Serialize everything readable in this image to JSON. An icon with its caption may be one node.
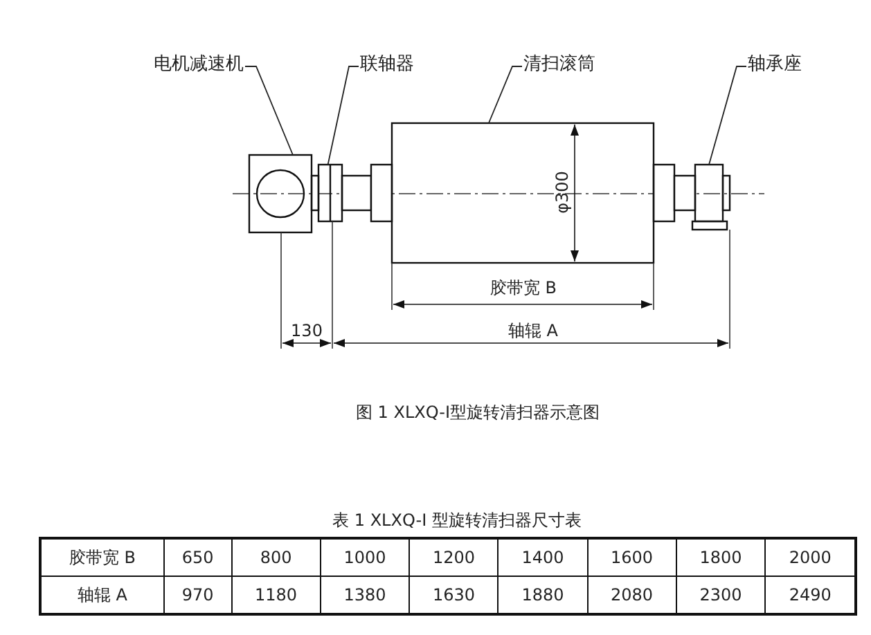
{
  "diagram": {
    "caption": "图 1 XLXQ-I型旋转清扫器示意图",
    "nodes": [
      {
        "text": [
          "电机减速机"
        ]
      },
      {
        "text": [
          "联轴器"
        ]
      },
      {
        "text": [
          "清扫滚筒"
        ]
      },
      {
        "text": [
          "轴承座"
        ]
      },
      {
        "text": [],
        "shape": "picture"
      },
      {
        "text": [],
        "shape": "picture"
      },
      {
        "text": [],
        "shape": "box"
      },
      {
        "text": [],
        "shape": "box"
      }
    ],
    "edges": [
      {
        "from": 0,
        "to": 4,
        "arrow": "none"
      },
      {
        "from": 1,
        "to": 5,
        "arrow": "none"
      },
      {
        "from": 2,
        "to": 6,
        "arrow": "none"
      },
      {
        "from": 3,
        "to": 7,
        "arrow": "none"
      }
    ],
    "labels": [
      "φ300",
      "胶带宽 B",
      "130",
      "轴辊 A",
      "表 1 XLXQ-I 型旋转清扫器尺寸表",
      "胶带宽 B",
      "650",
      "800",
      "1000",
      "1200",
      "1400",
      "1600",
      "1800",
      "2000",
      "轴辊 A",
      "970",
      "1180",
      "1380",
      "1630",
      "1880",
      "2080",
      "2300",
      "2490"
    ]
  }
}
